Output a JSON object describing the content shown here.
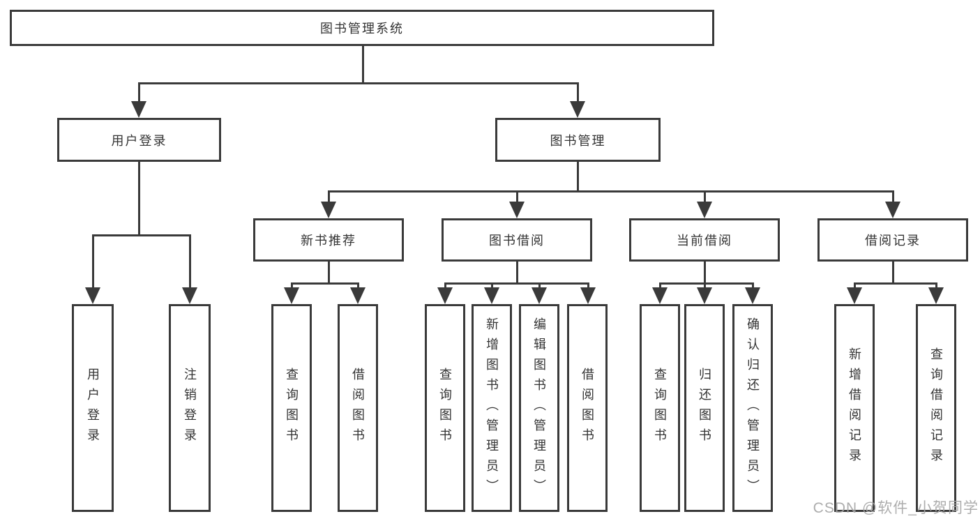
{
  "diagram": {
    "type": "hierarchy",
    "root": {
      "label": "图书管理系统"
    },
    "branches": [
      {
        "label": "用户登录",
        "children": [
          {
            "label": "用户登录"
          },
          {
            "label": "注销登录"
          }
        ]
      },
      {
        "label": "图书管理",
        "children": [
          {
            "label": "新书推荐",
            "children": [
              {
                "label": "查询图书"
              },
              {
                "label": "借阅图书"
              }
            ]
          },
          {
            "label": "图书借阅",
            "children": [
              {
                "label": "查询图书"
              },
              {
                "label": "新增图书（管理员）"
              },
              {
                "label": "编辑图书（管理员）"
              },
              {
                "label": "借阅图书"
              }
            ]
          },
          {
            "label": "当前借阅",
            "children": [
              {
                "label": "查询图书"
              },
              {
                "label": "归还图书"
              },
              {
                "label": "确认归还（管理员）"
              }
            ]
          },
          {
            "label": "借阅记录",
            "children": [
              {
                "label": "新增借阅记录"
              },
              {
                "label": "查询借阅记录"
              }
            ]
          }
        ]
      }
    ]
  },
  "watermark": {
    "text": "CSDN @软件_小贺同学"
  },
  "colors": {
    "line": "#3a3a3a",
    "text": "#333333",
    "background": "#ffffff",
    "watermark": "#a6a6a6"
  }
}
